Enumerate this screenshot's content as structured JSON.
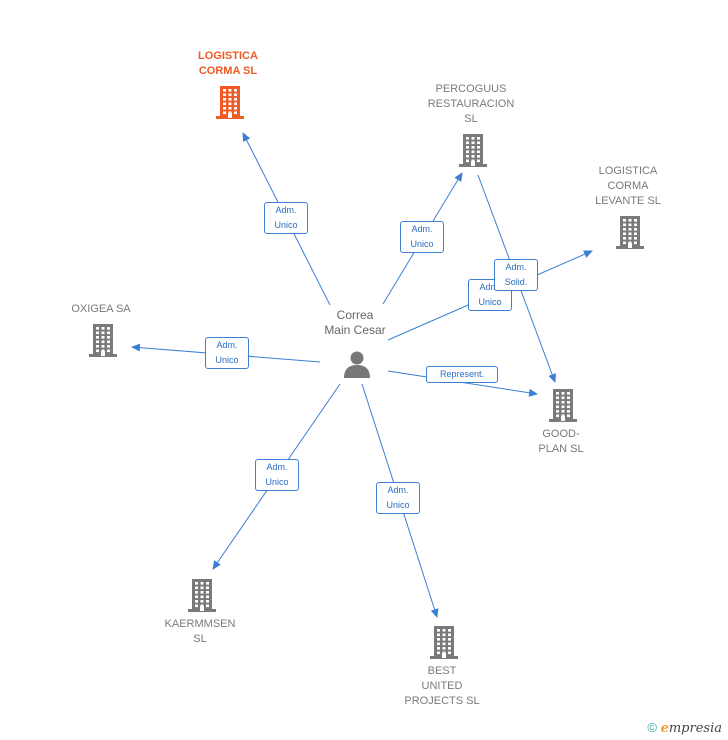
{
  "colors": {
    "edge": "#3b7fd4",
    "node": "#7a7a7a",
    "highlight": "#ef5a26"
  },
  "center": {
    "name": "Correa\nMain Cesar",
    "icon": "person-icon"
  },
  "nodes": [
    {
      "id": "logistica-corma",
      "label": "LOGISTICA\nCORMA  SL",
      "highlight": true
    },
    {
      "id": "percoguus",
      "label": "PERCOGUUS\nRESTAURACION\nSL"
    },
    {
      "id": "logistica-levante",
      "label": "LOGISTICA\nCORMA\nLEVANTE  SL"
    },
    {
      "id": "oxigea",
      "label": "OXIGEA SA"
    },
    {
      "id": "good-plan",
      "label": "GOOD-\nPLAN  SL"
    },
    {
      "id": "kaermmsen",
      "label": "KAERMMSEN\nSL"
    },
    {
      "id": "best-united",
      "label": "BEST\nUNITED\nPROJECTS  SL"
    }
  ],
  "edges": [
    {
      "target": "logistica-corma",
      "label": "Adm.\nUnico"
    },
    {
      "target": "percoguus",
      "label": "Adm.\nUnico"
    },
    {
      "target": "logistica-levante",
      "label": "Adm.\nUnico"
    },
    {
      "target": "oxigea",
      "label": "Adm.\nUnico"
    },
    {
      "target": "good-plan",
      "label": "Represent."
    },
    {
      "target": "kaermmsen",
      "label": "Adm.\nUnico"
    },
    {
      "target": "best-united",
      "label": "Adm.\nUnico"
    },
    {
      "target": "good-plan",
      "label": "Adm.\nSolid.",
      "source": "percoguus"
    }
  ],
  "footer": {
    "copyright": "©",
    "brand_initial": "e",
    "brand_rest": "mpresia"
  }
}
